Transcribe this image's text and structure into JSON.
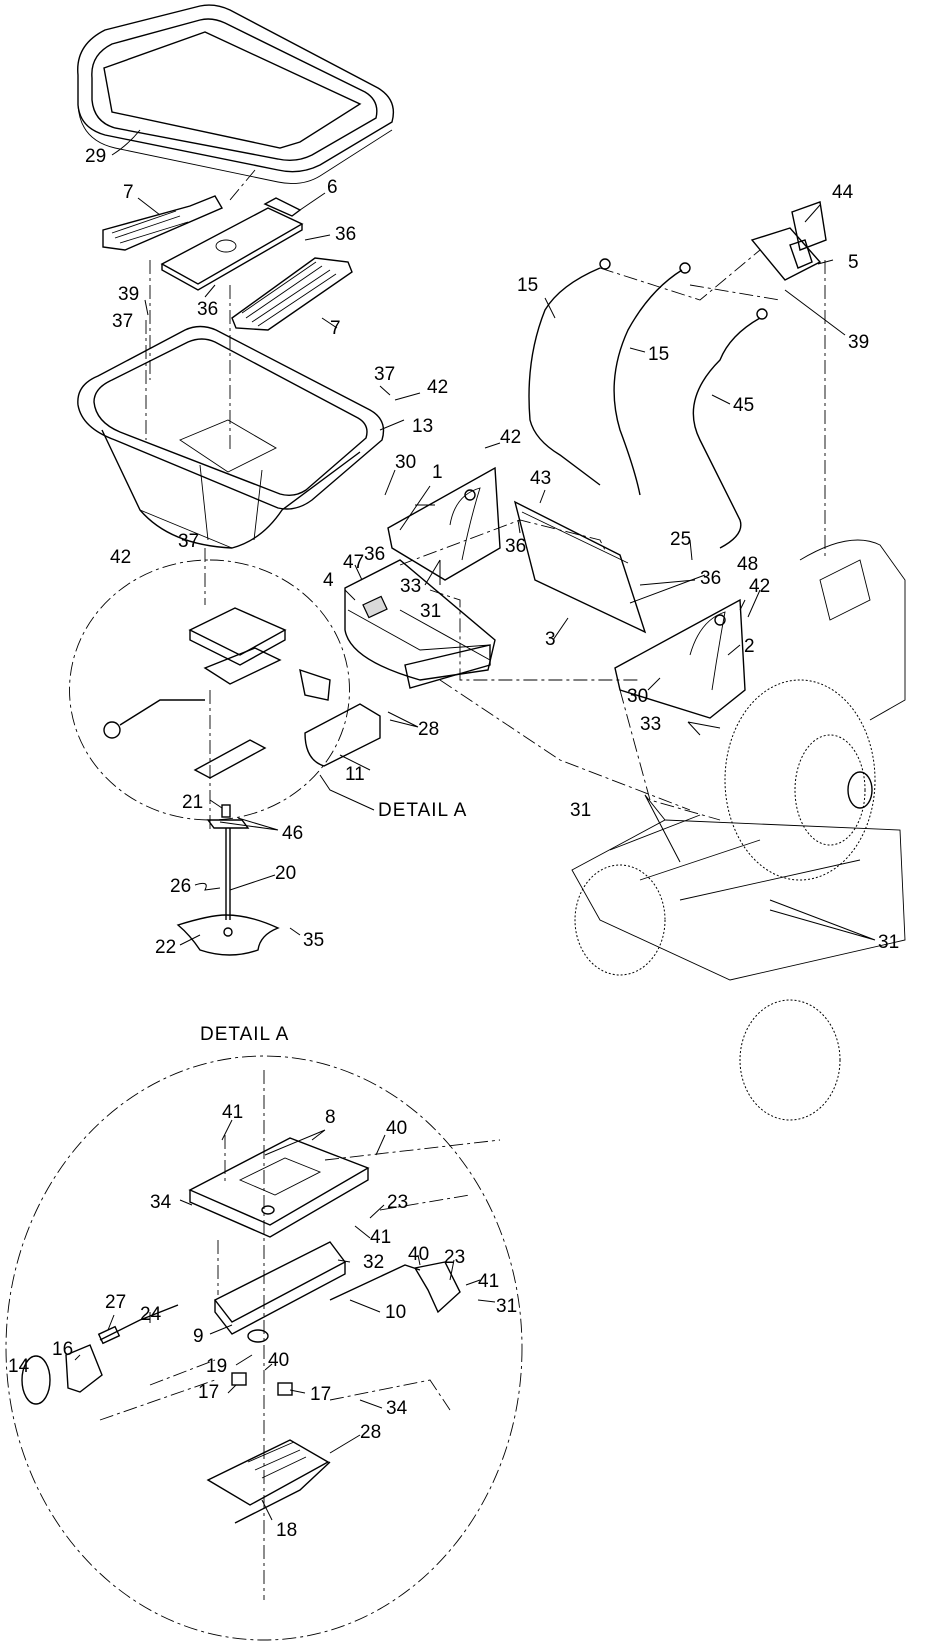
{
  "detail_label": "DETAIL  A",
  "detail_heading": "DETAIL  A",
  "callouts_main": {
    "29": "29",
    "7a": "7",
    "7b": "7",
    "6": "6",
    "36a": "36",
    "36b": "36",
    "39a": "39",
    "37a": "37",
    "37b": "37",
    "37c": "37",
    "42a": "42",
    "42b": "42",
    "42c": "42",
    "42d": "42",
    "13": "13",
    "44": "44",
    "5": "5",
    "39b": "39",
    "15a": "15",
    "15b": "15",
    "45": "45",
    "30a": "30",
    "30b": "30",
    "1": "1",
    "43": "43",
    "36c": "36",
    "36d": "36",
    "36e": "36",
    "47": "47",
    "4": "4",
    "33a": "33",
    "33b": "33",
    "31a": "31",
    "31b": "31",
    "31c": "31",
    "3": "3",
    "25": "25",
    "48": "48",
    "2": "2",
    "28": "28",
    "11": "11",
    "21": "21",
    "46": "46",
    "26": "26",
    "20": "20",
    "22": "22",
    "35": "35"
  },
  "callouts_detail": {
    "41a": "41",
    "8": "8",
    "40a": "40",
    "34a": "34",
    "23a": "23",
    "41b": "41",
    "32": "32",
    "40b": "40",
    "23b": "23",
    "41c": "41",
    "31": "31",
    "27": "27",
    "24": "24",
    "16": "16",
    "9": "9",
    "10": "10",
    "14": "14",
    "19": "19",
    "40c": "40",
    "17a": "17",
    "17b": "17",
    "34b": "34",
    "28": "28",
    "18": "18"
  }
}
